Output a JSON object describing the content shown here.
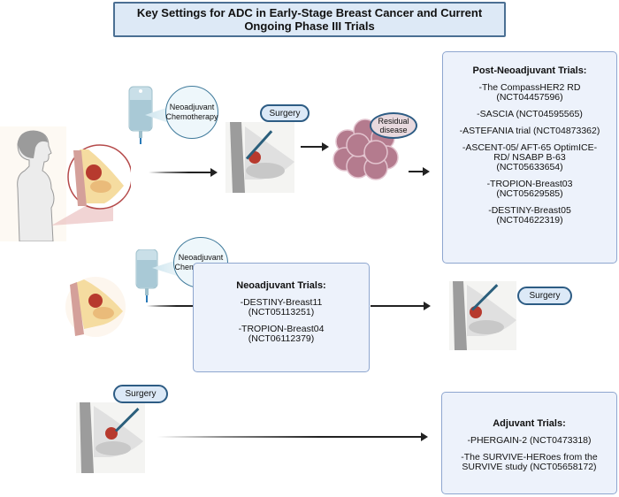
{
  "title": {
    "line1": "Key Settings for ADC in Early-Stage Breast Cancer and Current",
    "line2": "Ongoing Phase III Trials"
  },
  "labels": {
    "neoadjuvant_chemo_1": "Neoadjuvant Chemotherapy",
    "neoadjuvant_chemo_2": "Neoadjuvant Chemotherapy",
    "surgery_1": "Surgery",
    "surgery_2": "Surgery",
    "surgery_3": "Surgery",
    "residual_disease": "Residual disease"
  },
  "post_neoadjuvant": {
    "header": "Post-Neoadjuvant Trials:",
    "items": [
      "-The CompassHER2 RD (NCT04457596)",
      "-SASCIA (NCT04595565)",
      "-ASTEFANIA trial (NCT04873362)",
      "-ASCENT-05/ AFT-65 OptimICE-RD/ NSABP B-63 (NCT05633654)",
      "-TROPION-Breast03 (NCT05629585)",
      "-DESTINY-Breast05 (NCT04622319)"
    ]
  },
  "neoadjuvant": {
    "header": "Neoadjuvant Trials:",
    "items": [
      "-DESTINY-Breast11 (NCT05113251)",
      "-TROPION-Breast04 (NCT06112379)"
    ]
  },
  "adjuvant": {
    "header": "Adjuvant Trials:",
    "items": [
      "-PHERGAIN-2 (NCT0473318)",
      "-The SURVIVE-HERoes  from the SURVIVE study (NCT05658172)"
    ]
  },
  "colors": {
    "title_bg": "#dde9f6",
    "title_border": "#4b6f93",
    "box_bg": "#edf2fb",
    "box_border": "#8ea6cf",
    "tumor": "#b73a2e",
    "residual": "#b47b8e"
  }
}
